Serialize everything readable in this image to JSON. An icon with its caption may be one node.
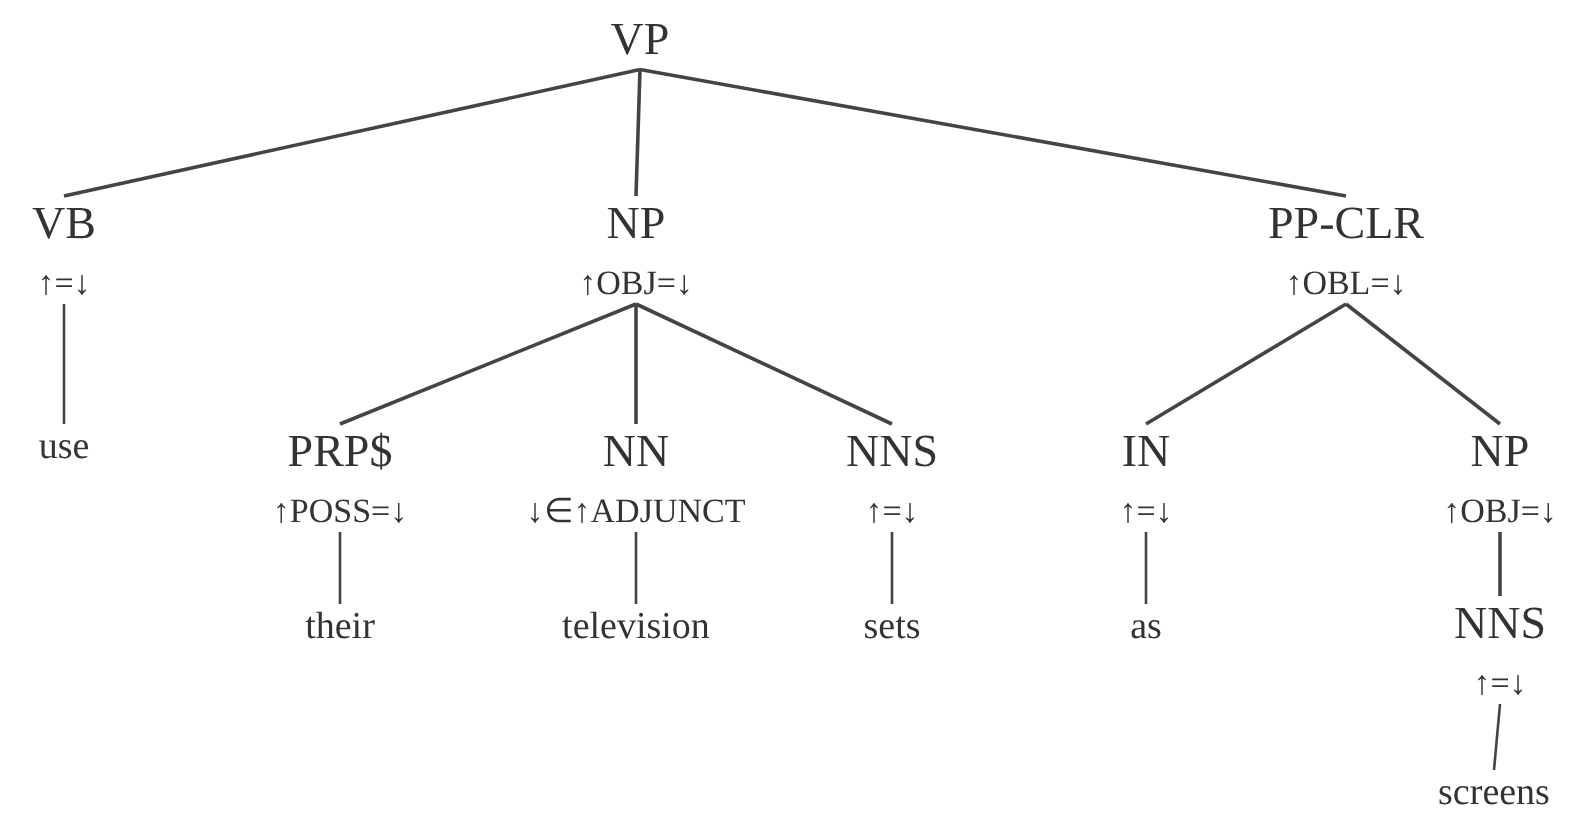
{
  "diagram": {
    "nodes": [
      {
        "text": [
          "VP"
        ]
      },
      {
        "text": [
          "VB",
          "↑=↓"
        ]
      },
      {
        "text": [
          "NP",
          "↑OBJ=↓"
        ]
      },
      {
        "text": [
          "PP-CLR",
          "↑OBL=↓"
        ]
      },
      {
        "text": [
          "use"
        ]
      },
      {
        "text": [
          "PRP$",
          "↑POSS=↓"
        ]
      },
      {
        "text": [
          "NN",
          "↓∈↑ADJUNCT"
        ]
      },
      {
        "text": [
          "NNS",
          "↑=↓"
        ]
      },
      {
        "text": [
          "their"
        ]
      },
      {
        "text": [
          "television"
        ]
      },
      {
        "text": [
          "sets"
        ]
      },
      {
        "text": [
          "IN",
          "↑=↓"
        ]
      },
      {
        "text": [
          "NP",
          "↑OBJ=↓"
        ]
      },
      {
        "text": [
          "as"
        ]
      },
      {
        "text": [
          "NNS",
          "↑=↓"
        ]
      },
      {
        "text": [
          "screens"
        ]
      }
    ],
    "edges": [
      {
        "from": 0,
        "to": 1,
        "arrow": "none"
      },
      {
        "from": 0,
        "to": 2,
        "arrow": "none"
      },
      {
        "from": 0,
        "to": 3,
        "arrow": "none"
      },
      {
        "from": 1,
        "to": 4,
        "arrow": "none"
      },
      {
        "from": 2,
        "to": 5,
        "arrow": "none"
      },
      {
        "from": 2,
        "to": 6,
        "arrow": "none"
      },
      {
        "from": 2,
        "to": 7,
        "arrow": "none"
      },
      {
        "from": 5,
        "to": 8,
        "arrow": "none"
      },
      {
        "from": 6,
        "to": 9,
        "arrow": "none"
      },
      {
        "from": 7,
        "to": 10,
        "arrow": "none"
      },
      {
        "from": 3,
        "to": 11,
        "arrow": "none"
      },
      {
        "from": 3,
        "to": 12,
        "arrow": "none"
      },
      {
        "from": 11,
        "to": 13,
        "arrow": "none"
      },
      {
        "from": 12,
        "to": 14,
        "arrow": "none"
      },
      {
        "from": 14,
        "to": 15,
        "arrow": "none"
      }
    ]
  }
}
